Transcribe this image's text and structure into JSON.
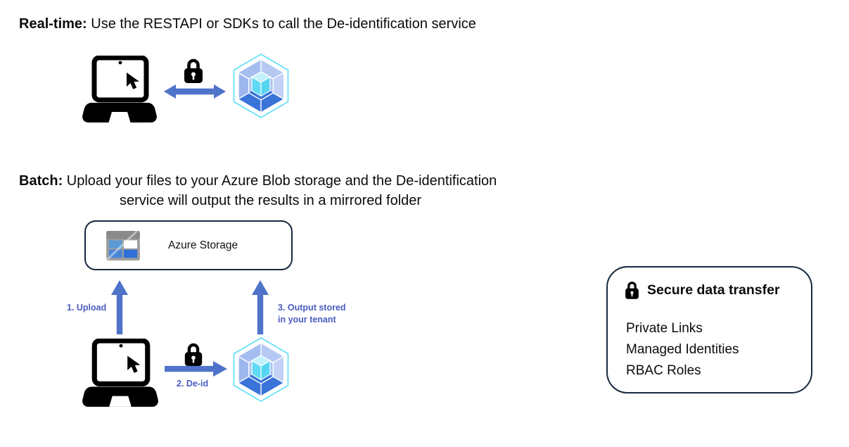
{
  "realtime": {
    "label": "Real-time:",
    "description": " Use the RESTAPI or SDKs to call the De-identification service"
  },
  "batch": {
    "label": "Batch:",
    "description": " Upload your files to your Azure Blob storage and the De-identification",
    "description_line2": "service will output the results in a mirrored folder",
    "storage_label": "Azure Storage",
    "steps": {
      "upload": "1. Upload",
      "deid": "2. De-id",
      "output_line1": "3. Output stored",
      "output_line2": "in your tenant"
    }
  },
  "secure_box": {
    "title": "Secure data transfer",
    "items": [
      "Private Links",
      "Managed Identities",
      "RBAC Roles"
    ]
  },
  "icons": {
    "laptop": "laptop-icon",
    "lock": "lock-icon",
    "service_hexagon": "deidentification-service-icon",
    "storage": "azure-storage-icon"
  },
  "colors": {
    "arrow_blue": "#4e73c9",
    "step_label_blue": "#4a5cc0",
    "box_border_navy": "#17293e",
    "hexagon_outline_cyan": "#5ddff6",
    "hexagon_facet_light_blue": "#a6beef",
    "hexagon_bottom_blue": "#3a74d9",
    "cube_cyan": "#5fdaf4",
    "storage_blue_dark": "#2e6fd8",
    "storage_blue_light": "#5b9bd5",
    "icon_black": "#000000"
  }
}
